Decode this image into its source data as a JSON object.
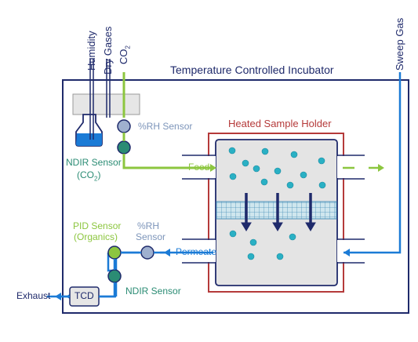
{
  "title": "Temperature Controlled Incubator",
  "inputs": {
    "humidity": "Humidity",
    "dry_gases": "Dry Gases",
    "co2_main": "CO",
    "co2_sub": "2",
    "sweep_gas": "Sweep Gas"
  },
  "sample_holder": {
    "title": "Heated Sample Holder"
  },
  "sensors": {
    "rh_top": "%RH Sensor",
    "ndir_top_line1": "NDIR Sensor",
    "ndir_top_line2_main": "(CO",
    "ndir_top_line2_sub": "2",
    "ndir_top_line2_end": ")",
    "pid_line1": "PID Sensor",
    "pid_line2": "(Organics)",
    "rh_bottom_line1": "%RH",
    "rh_bottom_line2": "Sensor",
    "ndir_bottom": "NDIR Sensor",
    "tcd": "TCD"
  },
  "flows": {
    "feed": "Feed",
    "permeate": "Permeate",
    "exhaust": "Exhaust"
  },
  "colors": {
    "navy": "#1f2a6b",
    "blue": "#1b7bd6",
    "green": "#8cc63f",
    "teal": "#2b8c74",
    "red": "#b53a3a",
    "gray_rh": "#7d95ba",
    "particle": "#2ab0c4",
    "chamber": "#e4e4e4"
  }
}
